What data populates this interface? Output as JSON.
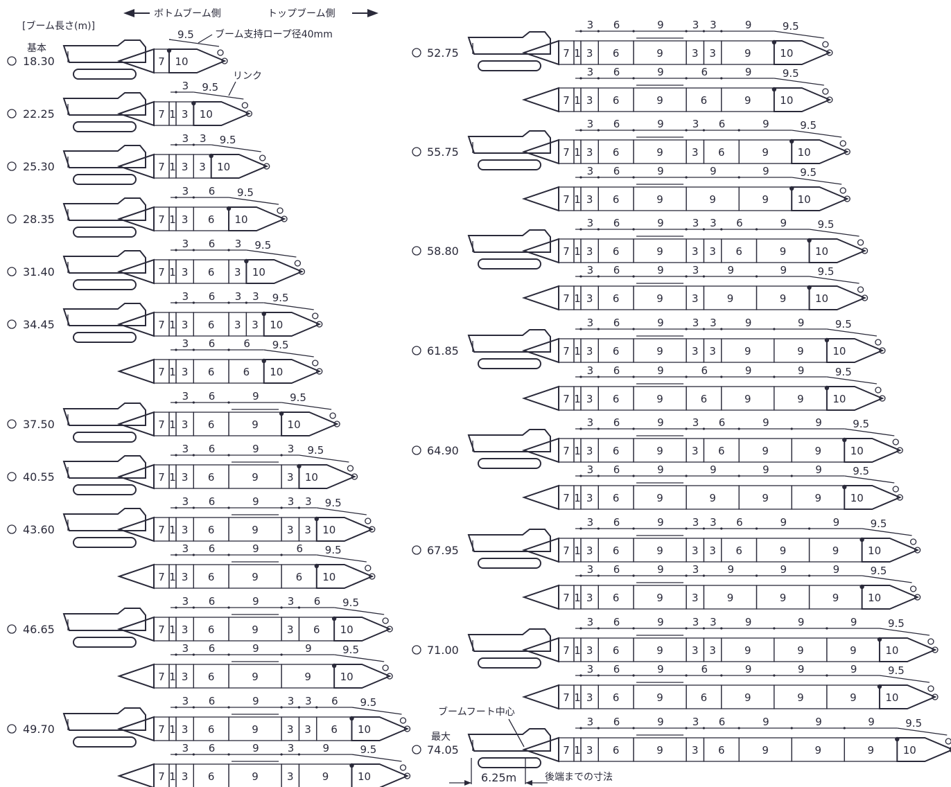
{
  "header": {
    "bottom_side": "ボトムブーム側",
    "top_side": "トップブーム側",
    "length_label": "[ブーム長さ(m)]",
    "rope_note": "ブーム支持ロープ径40mm",
    "link_label": "リンク",
    "foot_center_label": "ブームフート中心",
    "basic_label": "基本",
    "max_label": "最大",
    "dimension_value": "6.25m",
    "dimension_label": "後端までの寸法"
  },
  "colors": {
    "ink": "#2a2a3a",
    "background": "#ffffff"
  },
  "configs": [
    {
      "length": "18.30",
      "prefix": "基本",
      "variants": [
        [
          "7",
          "10"
        ]
      ]
    },
    {
      "length": "22.25",
      "variants": [
        [
          "7",
          "1",
          "3",
          "10"
        ]
      ]
    },
    {
      "length": "25.30",
      "variants": [
        [
          "7",
          "1",
          "3",
          "3",
          "10"
        ]
      ]
    },
    {
      "length": "28.35",
      "variants": [
        [
          "7",
          "1",
          "3",
          "6",
          "10"
        ]
      ]
    },
    {
      "length": "31.40",
      "variants": [
        [
          "7",
          "1",
          "3",
          "6",
          "3",
          "10"
        ]
      ]
    },
    {
      "length": "34.45",
      "variants": [
        [
          "7",
          "1",
          "3",
          "6",
          "3",
          "3",
          "10"
        ],
        [
          "7",
          "1",
          "3",
          "6",
          "6",
          "10"
        ]
      ]
    },
    {
      "length": "37.50",
      "variants": [
        [
          "7",
          "1",
          "3",
          "6",
          "9",
          "10"
        ]
      ]
    },
    {
      "length": "40.55",
      "variants": [
        [
          "7",
          "1",
          "3",
          "6",
          "9",
          "3",
          "10"
        ]
      ]
    },
    {
      "length": "43.60",
      "variants": [
        [
          "7",
          "1",
          "3",
          "6",
          "9",
          "3",
          "3",
          "10"
        ],
        [
          "7",
          "1",
          "3",
          "6",
          "9",
          "6",
          "10"
        ]
      ]
    },
    {
      "length": "46.65",
      "variants": [
        [
          "7",
          "1",
          "3",
          "6",
          "9",
          "3",
          "6",
          "10"
        ],
        [
          "7",
          "1",
          "3",
          "6",
          "9",
          "9",
          "10"
        ]
      ]
    },
    {
      "length": "49.70",
      "variants": [
        [
          "7",
          "1",
          "3",
          "6",
          "9",
          "3",
          "3",
          "6",
          "10"
        ],
        [
          "7",
          "1",
          "3",
          "6",
          "9",
          "3",
          "9",
          "10"
        ]
      ]
    },
    {
      "length": "52.75",
      "variants": [
        [
          "7",
          "1",
          "3",
          "6",
          "9",
          "3",
          "3",
          "9",
          "10"
        ],
        [
          "7",
          "1",
          "3",
          "6",
          "9",
          "6",
          "9",
          "10"
        ]
      ]
    },
    {
      "length": "55.75",
      "variants": [
        [
          "7",
          "1",
          "3",
          "6",
          "9",
          "3",
          "6",
          "9",
          "10"
        ],
        [
          "7",
          "1",
          "3",
          "6",
          "9",
          "9",
          "9",
          "10"
        ]
      ]
    },
    {
      "length": "58.80",
      "variants": [
        [
          "7",
          "1",
          "3",
          "6",
          "9",
          "3",
          "3",
          "6",
          "9",
          "10"
        ],
        [
          "7",
          "1",
          "3",
          "6",
          "9",
          "3",
          "9",
          "9",
          "10"
        ]
      ]
    },
    {
      "length": "61.85",
      "variants": [
        [
          "7",
          "1",
          "3",
          "6",
          "9",
          "3",
          "3",
          "9",
          "9",
          "10"
        ],
        [
          "7",
          "1",
          "3",
          "6",
          "9",
          "6",
          "9",
          "9",
          "10"
        ]
      ]
    },
    {
      "length": "64.90",
      "variants": [
        [
          "7",
          "1",
          "3",
          "6",
          "9",
          "3",
          "6",
          "9",
          "9",
          "10"
        ],
        [
          "7",
          "1",
          "3",
          "6",
          "9",
          "9",
          "9",
          "9",
          "10"
        ]
      ]
    },
    {
      "length": "67.95",
      "variants": [
        [
          "7",
          "1",
          "3",
          "6",
          "9",
          "3",
          "3",
          "6",
          "9",
          "9",
          "10"
        ],
        [
          "7",
          "1",
          "3",
          "6",
          "9",
          "3",
          "9",
          "9",
          "9",
          "10"
        ]
      ]
    },
    {
      "length": "71.00",
      "variants": [
        [
          "7",
          "1",
          "3",
          "6",
          "9",
          "3",
          "3",
          "9",
          "9",
          "9",
          "10"
        ],
        [
          "7",
          "1",
          "3",
          "6",
          "9",
          "6",
          "9",
          "9",
          "9",
          "10"
        ]
      ]
    },
    {
      "length": "74.05",
      "prefix": "最大",
      "variants": [
        [
          "7",
          "1",
          "3",
          "6",
          "9",
          "3",
          "6",
          "9",
          "9",
          "9",
          "10"
        ]
      ]
    }
  ]
}
